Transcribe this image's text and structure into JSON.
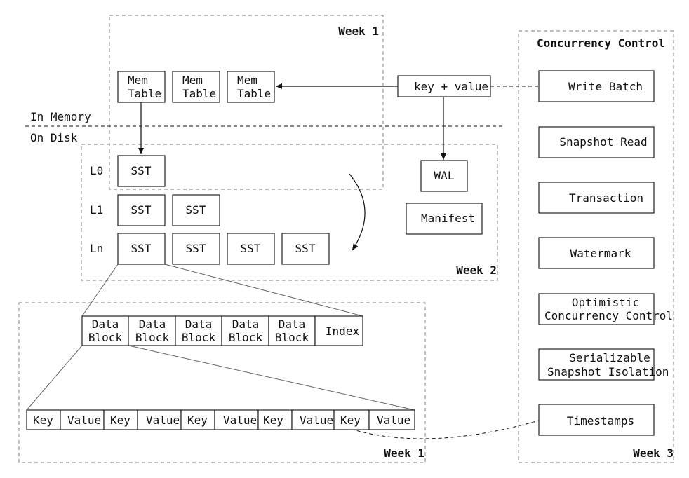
{
  "regions": {
    "week1_top": "Week 1",
    "week2": "Week 2",
    "week1_bottom": "Week 1",
    "week3": "Week 3",
    "concurrency_title": "Concurrency Control"
  },
  "labels": {
    "in_memory": "In Memory",
    "on_disk": "On Disk",
    "key_value": "key + value",
    "wal": "WAL",
    "manifest": "Manifest"
  },
  "memtables": [
    {
      "line1": "Mem",
      "line2": "Table"
    },
    {
      "line1": "Mem",
      "line2": "Table"
    },
    {
      "line1": "Mem",
      "line2": "Table"
    }
  ],
  "levels": [
    {
      "label": "L0",
      "ssts": [
        "SST"
      ]
    },
    {
      "label": "L1",
      "ssts": [
        "SST",
        "SST"
      ]
    },
    {
      "label": "Ln",
      "ssts": [
        "SST",
        "SST",
        "SST",
        "SST"
      ]
    }
  ],
  "blocks": [
    {
      "line1": "Data",
      "line2": "Block"
    },
    {
      "line1": "Data",
      "line2": "Block"
    },
    {
      "line1": "Data",
      "line2": "Block"
    },
    {
      "line1": "Data",
      "line2": "Block"
    },
    {
      "line1": "Data",
      "line2": "Block"
    }
  ],
  "index_label": "Index",
  "kv_pairs": [
    {
      "key": "Key",
      "value": "Value"
    },
    {
      "key": "Key",
      "value": "Value"
    },
    {
      "key": "Key",
      "value": "Value"
    },
    {
      "key": "Key",
      "value": "Value"
    },
    {
      "key": "Key",
      "value": "Value"
    }
  ],
  "concurrency_items": [
    {
      "lines": [
        "Write Batch"
      ]
    },
    {
      "lines": [
        "Snapshot Read"
      ]
    },
    {
      "lines": [
        "Transaction"
      ]
    },
    {
      "lines": [
        "Watermark"
      ]
    },
    {
      "lines": [
        "Optimistic",
        "Concurrency Control"
      ]
    },
    {
      "lines": [
        "Serializable",
        "Snapshot Isolation"
      ]
    },
    {
      "lines": [
        "Timestamps"
      ]
    }
  ]
}
